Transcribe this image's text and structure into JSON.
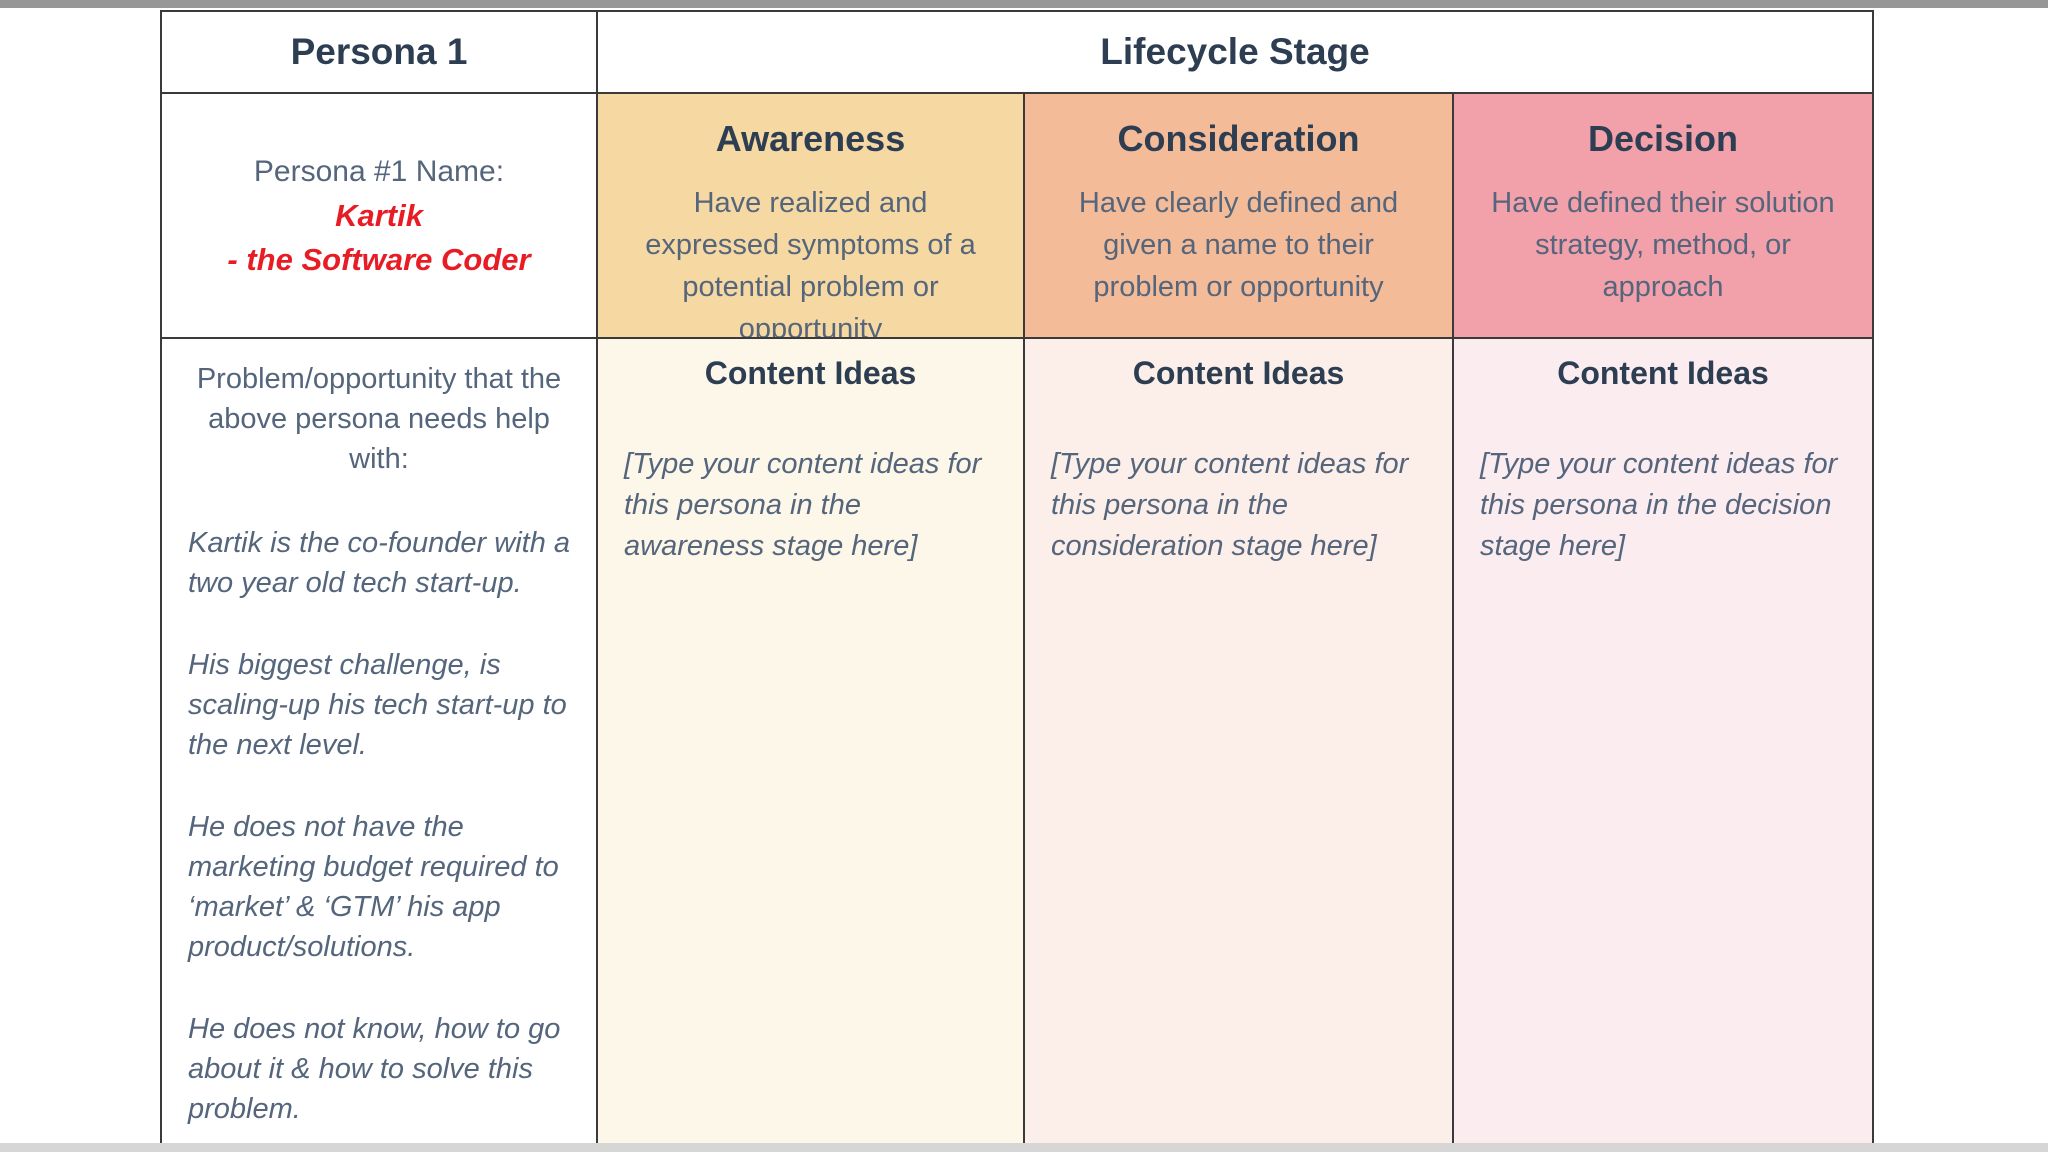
{
  "page": {
    "persona_column_header": "Persona 1",
    "lifecycle_column_header": "Lifecycle Stage"
  },
  "persona": {
    "name_label": "Persona #1 Name:",
    "name_line1": "Kartik",
    "name_line2": "- the Software Coder",
    "problem_label": "Problem/opportunity that the above persona needs help with:",
    "problem_paragraphs": [
      "Kartik is the co-founder with a two year old tech start-up.",
      "His biggest challenge, is scaling-up his tech start-up to the next level.",
      "He does not have the marketing budget required to ‘market’ & ‘GTM’ his app product/solutions.",
      "He does not know, how to go about it & how to solve this problem."
    ]
  },
  "stages": [
    {
      "name": "Awareness",
      "description": "Have realized and expressed symptoms of a potential problem or opportunity",
      "content_ideas_label": "Content Ideas",
      "placeholder": "[Type your content ideas for this persona in the awareness stage here]",
      "header_bg": "#f6d8a2",
      "body_bg": "#fdf7e9"
    },
    {
      "name": "Consideration",
      "description": "Have clearly defined and given a name to their problem or opportunity",
      "content_ideas_label": "Content Ideas",
      "placeholder": "[Type your content ideas for this persona in the consideration stage here]",
      "header_bg": "#f3bb98",
      "body_bg": "#fcefe9"
    },
    {
      "name": "Decision",
      "description": "Have defined their solution strategy, method, or approach",
      "content_ideas_label": "Content Ideas",
      "placeholder": "[Type your content ideas for this persona in the decision stage here]",
      "header_bg": "#f2a1ab",
      "body_bg": "#fbecef"
    }
  ],
  "colors": {
    "header_text": "#2d3e52",
    "body_text": "#54657c",
    "accent_red": "#e81c24",
    "border": "#3a3a3a",
    "top_rule": "#979797",
    "bottom_rule": "#d6d6d6"
  }
}
